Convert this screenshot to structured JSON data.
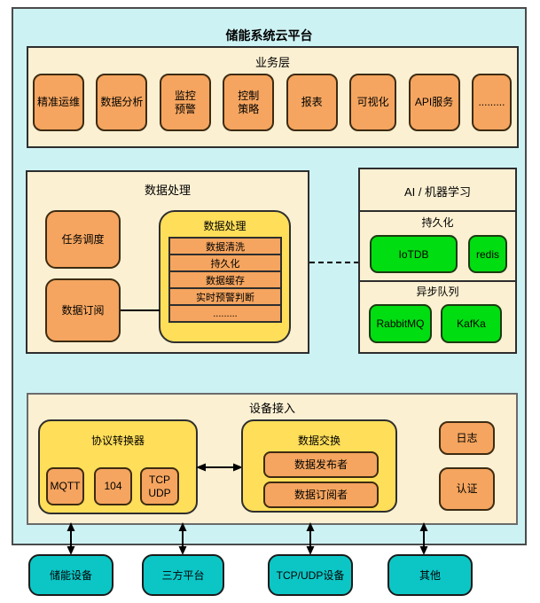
{
  "title": "储能系统云平台",
  "business": {
    "label": "业务层",
    "items": [
      "精准运维",
      "数据分析",
      "监控\n预警",
      "控制\n策略",
      "报表",
      "可视化",
      "API服务",
      "........."
    ]
  },
  "data_processing": {
    "label": "数据处理",
    "task_scheduler": "任务调度",
    "data_subscribe": "数据订阅",
    "pipeline": {
      "label": "数据处理",
      "steps": [
        "数据清洗",
        "持久化",
        "数据缓存",
        "实时预警判断",
        "........."
      ]
    }
  },
  "ai": {
    "label": "AI / 机器学习",
    "persistence": {
      "label": "持久化",
      "items": [
        "IoTDB",
        "redis"
      ]
    },
    "queue": {
      "label": "异步队列",
      "items": [
        "RabbitMQ",
        "KafKa"
      ]
    }
  },
  "device_access": {
    "label": "设备接入",
    "protocol_converter": {
      "label": "协议转换器",
      "items": [
        "MQTT",
        "104",
        "TCP\nUDP"
      ]
    },
    "data_exchange": {
      "label": "数据交换",
      "items": [
        "数据发布者",
        "数据订阅者"
      ]
    },
    "log": "日志",
    "auth": "认证"
  },
  "external_devices": {
    "items": [
      "储能设备",
      "三方平台",
      "TCP/UDP设备",
      "其他"
    ]
  },
  "colors": {
    "outer_bg": "#cdf2f4",
    "panel_bg": "#fbf0d2",
    "orange_box": "#f5a55f",
    "yellow_box": "#ffde59",
    "green_box": "#00dd11",
    "teal_box": "#0cc6c6",
    "border": "#2e2e2e"
  }
}
